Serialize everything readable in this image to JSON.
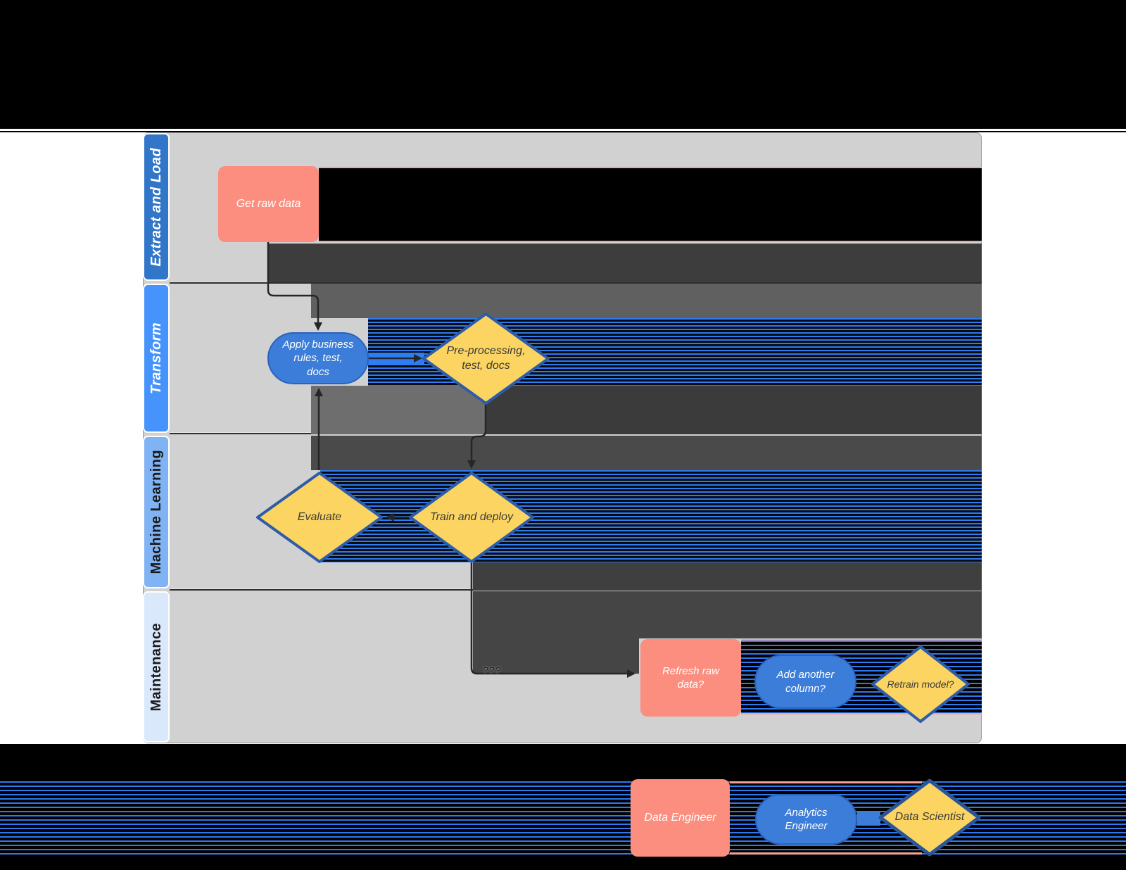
{
  "lanes": [
    {
      "label": "Extract and Load"
    },
    {
      "label": "Transform"
    },
    {
      "label": "Machine Learning"
    },
    {
      "label": "Maintenance"
    }
  ],
  "nodes": {
    "get_raw_data": {
      "label": "Get raw data",
      "shape": "rect",
      "role": "Data Engineer"
    },
    "apply_business_rules": {
      "label": "Apply business\nrules, test,\ndocs",
      "shape": "stadium",
      "role": "Analytics Engineer"
    },
    "pre_processing": {
      "label": "Pre-processing,\ntest, docs",
      "shape": "diamond",
      "role": "Data Scientist"
    },
    "evaluate": {
      "label": "Evaluate",
      "shape": "diamond",
      "role": "Data Scientist"
    },
    "train_and_deploy": {
      "label": "Train and deploy",
      "shape": "diamond",
      "role": "Data Scientist"
    },
    "refresh_raw_data": {
      "label": "Refresh raw\ndata?",
      "shape": "rect",
      "role": "Data Engineer"
    },
    "add_another_column": {
      "label": "Add another\ncolumn?",
      "shape": "stadium",
      "role": "Analytics Engineer"
    },
    "retrain_model": {
      "label": "Retrain model?",
      "shape": "diamond",
      "role": "Data Scientist"
    }
  },
  "edges": [
    {
      "from": "get_raw_data",
      "to": "apply_business_rules",
      "label": ""
    },
    {
      "from": "apply_business_rules",
      "to": "pre_processing",
      "label": ""
    },
    {
      "from": "pre_processing",
      "to": "train_and_deploy",
      "label": ""
    },
    {
      "from": "train_and_deploy",
      "to": "evaluate",
      "label": ""
    },
    {
      "from": "evaluate",
      "to": "apply_business_rules",
      "label": ""
    },
    {
      "from": "train_and_deploy",
      "to": "refresh_raw_data",
      "label": "???"
    }
  ],
  "legend": {
    "data_engineer": {
      "label": "Data Engineer"
    },
    "analytics_engineer": {
      "label": "Analytics\nEngineer"
    },
    "data_scientist": {
      "label": "Data Scientist"
    }
  },
  "colors": {
    "lane_headers": [
      "#3176c8",
      "#4593fb",
      "#80b3f4",
      "#d9e8fb"
    ],
    "process_pink": "#fb8e7e",
    "stadium_blue": "#3b7dd8",
    "diamond_yellow": "#fcd462",
    "diamond_border": "#2d5ca8",
    "canvas_gray": "#d1d1d1",
    "stripe_blue": "#2c79f0"
  }
}
